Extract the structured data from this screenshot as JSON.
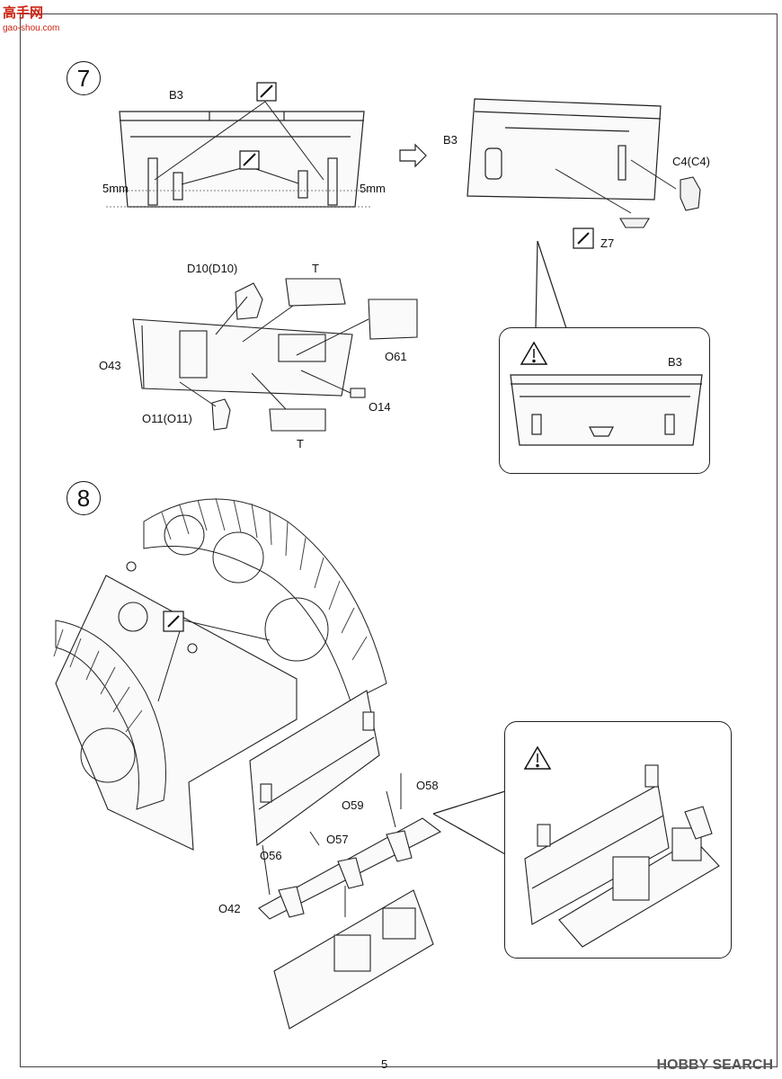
{
  "site": {
    "logo_chars": "高手网",
    "url": "gao-shou.com"
  },
  "steps": [
    {
      "number": "7"
    },
    {
      "number": "8"
    }
  ],
  "step7": {
    "main_part": "B3",
    "dim_left": "5mm",
    "dim_right": "5mm",
    "right_view_part": "B3",
    "part_c4": "C4(C4)",
    "part_z7": "Z7",
    "sub_d10": "D10(D10)",
    "sub_t_top": "T",
    "sub_o43": "O43",
    "sub_o61": "O61",
    "sub_o14": "O14",
    "sub_o11": "O11(O11)",
    "sub_t_bottom": "T",
    "inset_part": "B3"
  },
  "step8": {
    "o58": "O58",
    "o59": "O59",
    "o57": "O57",
    "o56": "O56",
    "o42": "O42"
  },
  "footer": {
    "page_number": "5",
    "watermark": "HOBBY SEARCH"
  },
  "icons": [
    "glue-icon",
    "warning-icon",
    "arrow-right-icon"
  ]
}
